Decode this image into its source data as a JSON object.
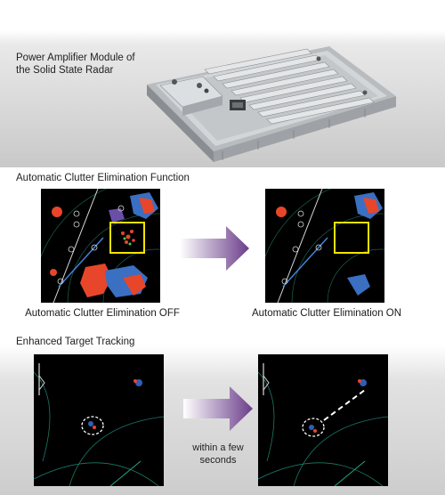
{
  "module": {
    "caption_line1": "Power Amplifier Module of",
    "caption_line2": "the Solid State Radar"
  },
  "clutter": {
    "heading": "Automatic Clutter Elimination Function",
    "off_label": "Automatic Clutter Elimination OFF",
    "on_label": "Automatic Clutter Elimination ON"
  },
  "tracking": {
    "heading": "Enhanced Target Tracking",
    "within_line1": "within a few",
    "within_line2": "seconds"
  },
  "colors": {
    "arrow": "#6a3d8a",
    "highlight_box": "#f4e400",
    "clutter_red": "#e8462a",
    "clutter_blue": "#3a6fc2",
    "radar_line": "#1c7a6a"
  }
}
